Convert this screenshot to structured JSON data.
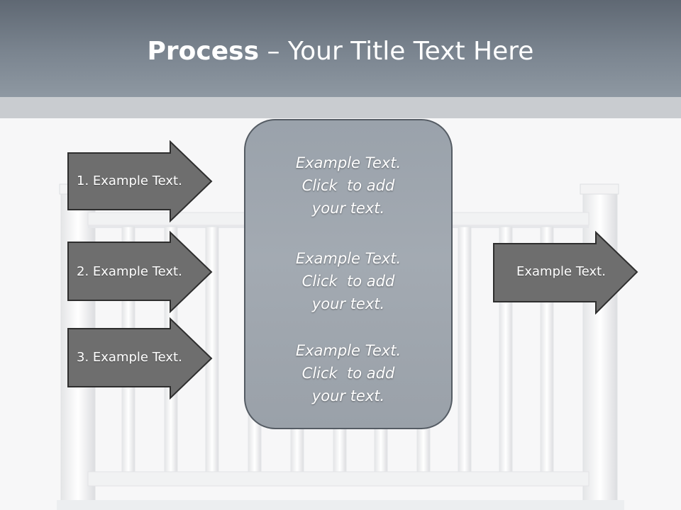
{
  "slide": {
    "title_bold": "Process",
    "title_rest": " – Your Title Text Here",
    "left_arrows": [
      {
        "label": "1. Example Text."
      },
      {
        "label": "2. Example Text."
      },
      {
        "label": "3. Example Text."
      }
    ],
    "right_arrow": {
      "label": "Example Text."
    },
    "center_blocks": [
      {
        "line1": "Example Text.",
        "line2": "Click  to add",
        "line3": "your text."
      },
      {
        "line1": "Example Text.",
        "line2": "Click  to add",
        "line3": "your text."
      },
      {
        "line1": "Example Text.",
        "line2": "Click  to add",
        "line3": "your text."
      }
    ]
  },
  "colors": {
    "header": "#7b8590",
    "arrow_fill": "#6e6e6e",
    "box_fill": "#a3aab2"
  }
}
